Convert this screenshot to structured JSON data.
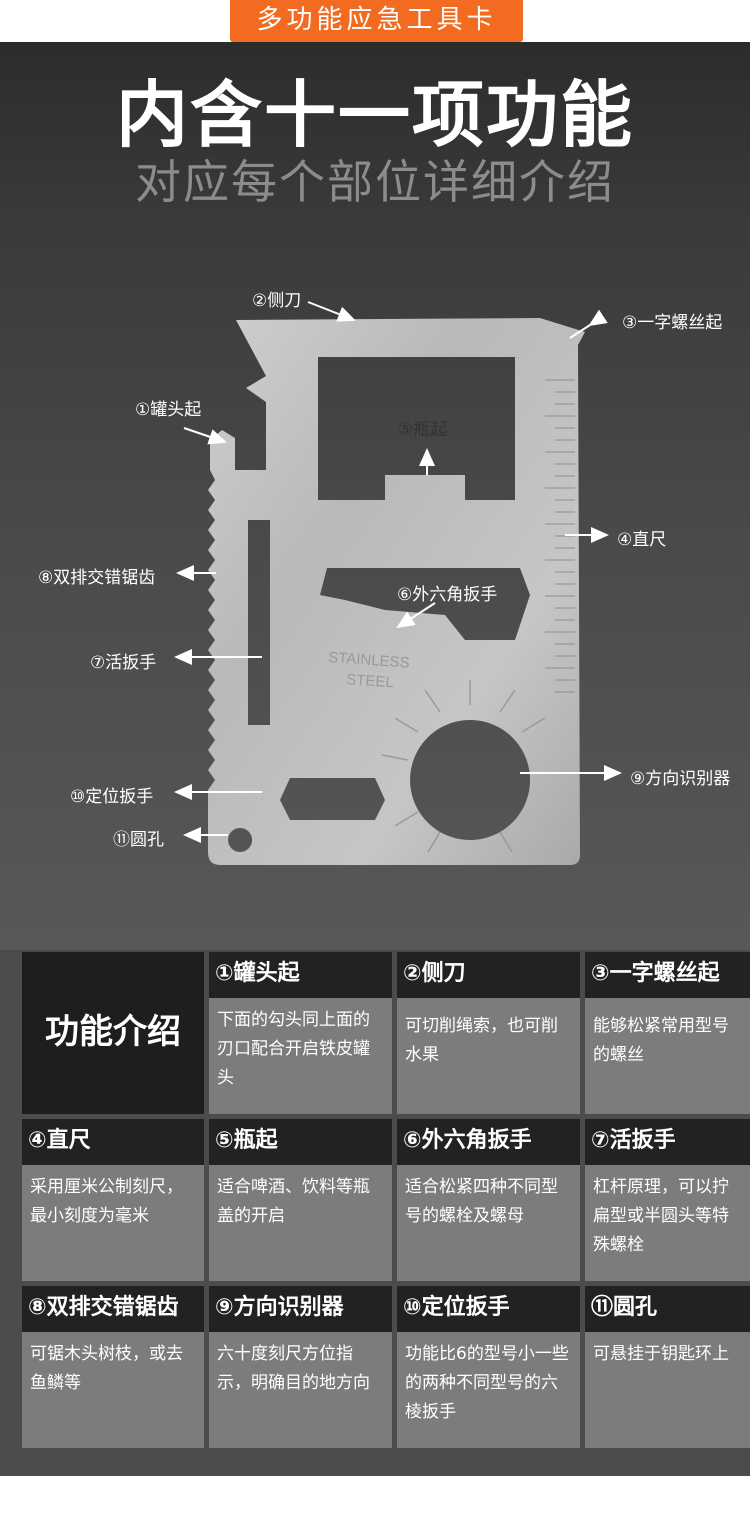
{
  "banner": "多功能应急工具卡",
  "title": "内含十一项功能",
  "subtitle": "对应每个部位详细介绍",
  "card_stamp": [
    "STAINLESS",
    "STEEL"
  ],
  "callouts": {
    "c1": "①罐头起",
    "c2": "②侧刀",
    "c3": "③一字螺丝起",
    "c4": "④直尺",
    "c5": "⑤瓶起",
    "c6": "⑥外六角扳手",
    "c7": "⑦活扳手",
    "c8": "⑧双排交错锯齿",
    "c9": "⑨方向识别器",
    "c10": "⑩定位扳手",
    "c11": "⑪圆孔"
  },
  "intro_label": "功能介绍",
  "features": [
    {
      "title": "①罐头起",
      "desc": "下面的勾头同上面的刃口配合开启铁皮罐头"
    },
    {
      "title": "②侧刀",
      "desc": "可切削绳索，也可削水果"
    },
    {
      "title": "③一字螺丝起",
      "desc": "能够松紧常用型号的螺丝"
    },
    {
      "title": "④直尺",
      "desc": "采用厘米公制刻尺，最小刻度为毫米"
    },
    {
      "title": "⑤瓶起",
      "desc": "适合啤酒、饮料等瓶盖的开启"
    },
    {
      "title": "⑥外六角扳手",
      "desc": "适合松紧四种不同型号的螺栓及螺母"
    },
    {
      "title": "⑦活扳手",
      "desc": "杠杆原理，可以拧扁型或半圆头等特殊螺栓"
    },
    {
      "title": "⑧双排交错锯齿",
      "desc": "可锯木头树枝，或去鱼鳞等"
    },
    {
      "title": "⑨方向识别器",
      "desc": "六十度刻尺方位指示，明确目的地方向"
    },
    {
      "title": "⑩定位扳手",
      "desc": "功能比6的型号小一些的两种不同型号的六棱扳手"
    },
    {
      "title": "⑪圆孔",
      "desc": "可悬挂于钥匙环上"
    }
  ],
  "colors": {
    "banner": "#f26b21",
    "header": "#222222",
    "body": "#7c7c7c"
  }
}
